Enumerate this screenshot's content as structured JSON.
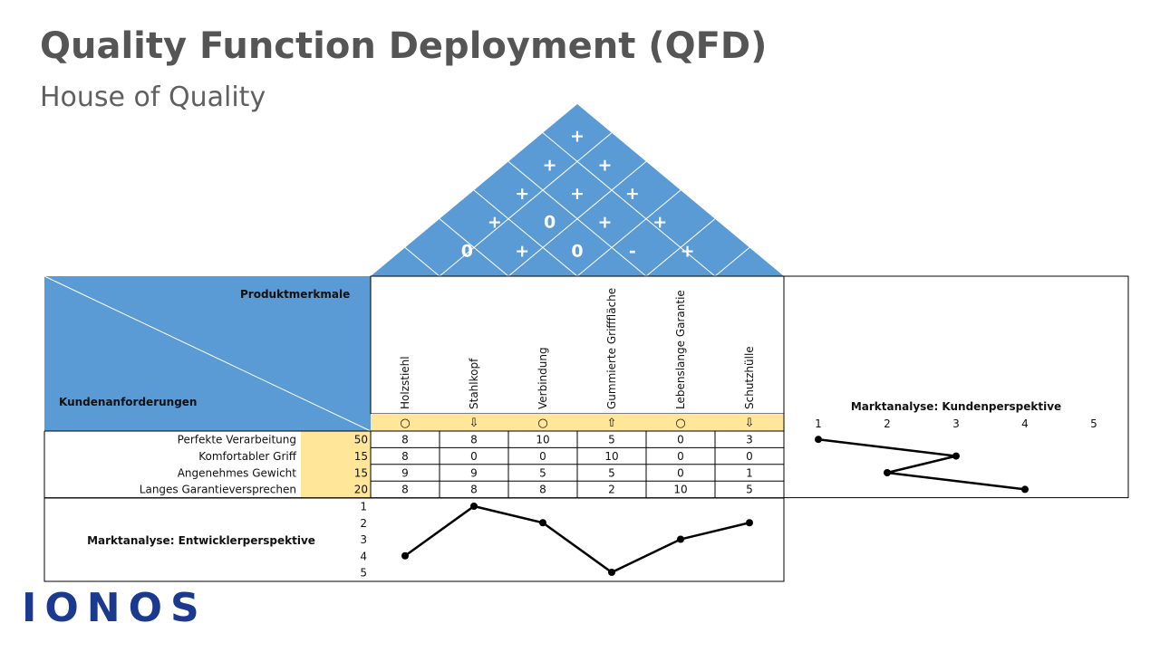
{
  "header": {
    "title": "Quality Function Deployment (QFD)",
    "subtitle": "House of Quality"
  },
  "roof": {
    "rows": [
      [
        "+"
      ],
      [
        "+",
        "+"
      ],
      [
        "+",
        "+",
        "+"
      ],
      [
        "+",
        "0",
        "+",
        "+"
      ],
      [
        "0",
        "+",
        "0",
        "-",
        "+"
      ]
    ]
  },
  "corner": {
    "top_label": "Produktmerkmale",
    "bottom_label": "Kundenanforderungen"
  },
  "product_features": [
    {
      "name": "Holzstiehl",
      "direction": "○"
    },
    {
      "name": "Stahlkopf",
      "direction": "⇩"
    },
    {
      "name": "Verbindung",
      "direction": "○"
    },
    {
      "name": "Gummierte Grifffläche",
      "direction": "⇧"
    },
    {
      "name": "Lebenslange Garantie",
      "direction": "○"
    },
    {
      "name": "Schutzhülle",
      "direction": "⇩"
    }
  ],
  "requirements": [
    {
      "name": "Perfekte Verarbeitung",
      "weight": "50",
      "values": [
        "8",
        "8",
        "10",
        "5",
        "0",
        "3"
      ]
    },
    {
      "name": "Komfortabler Griff",
      "weight": "15",
      "values": [
        "8",
        "0",
        "0",
        "10",
        "0",
        "0"
      ]
    },
    {
      "name": "Angenehmes Gewicht",
      "weight": "15",
      "values": [
        "9",
        "9",
        "5",
        "5",
        "0",
        "1"
      ]
    },
    {
      "name": "Langes Garantieversprechen",
      "weight": "20",
      "values": [
        "8",
        "8",
        "8",
        "2",
        "10",
        "5"
      ]
    }
  ],
  "chart_data": [
    {
      "type": "line",
      "title": "Marktanalyse: Kundenperspektive",
      "x_ticks": [
        "1",
        "2",
        "3",
        "4",
        "5"
      ],
      "x_range": [
        1,
        5
      ],
      "values": [
        1,
        3,
        2,
        4
      ]
    },
    {
      "type": "line",
      "title": "Marktanalyse: Entwicklerperspektive",
      "y_ticks": [
        "1",
        "2",
        "3",
        "4",
        "5"
      ],
      "y_range": [
        1,
        5
      ],
      "values": [
        4,
        1,
        2,
        5,
        3,
        2
      ]
    }
  ],
  "colors": {
    "house_blue": "#5b9bd5",
    "highlight_yellow": "#ffe699",
    "text_dark": "#222222",
    "title_gray": "#555555",
    "logo_blue": "#1b3a8f"
  },
  "brand": {
    "logo": "IONOS"
  }
}
